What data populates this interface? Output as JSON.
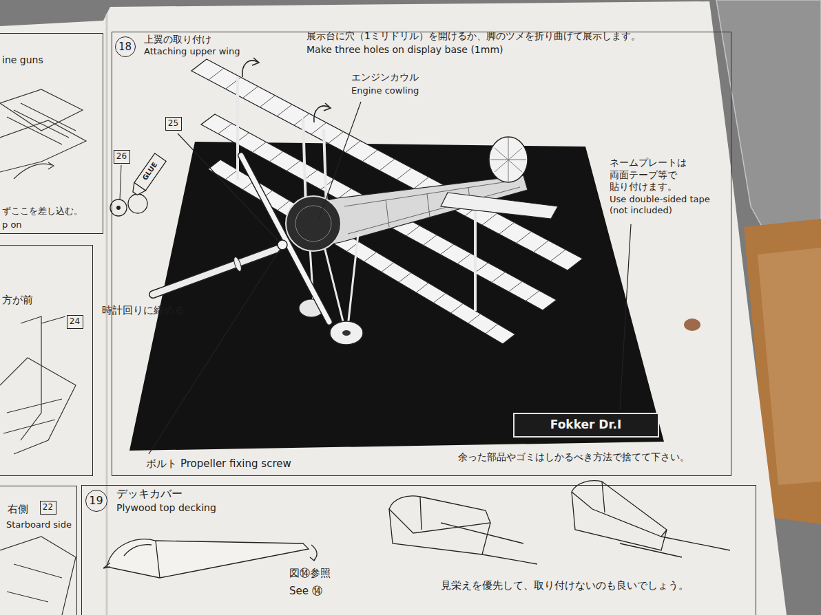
{
  "diagram": {
    "nodes": [
      {
        "text": [
          "ine guns",
          "ずここを差し込む。",
          "p on"
        ]
      },
      {
        "text": [
          "方が前"
        ]
      },
      {
        "text": [
          "24"
        ],
        "in": 1
      },
      {
        "text": [
          "右側",
          "Starboard side"
        ]
      },
      {
        "text": [
          "22"
        ],
        "in": 3
      },
      {
        "text": [
          "上翼の取り付け",
          "Attaching upper wing"
        ]
      },
      {
        "text": [
          "18"
        ],
        "in": 5
      },
      {
        "text": [
          "25"
        ],
        "in": 5
      },
      {
        "text": [
          "26"
        ],
        "in": 5
      },
      {
        "text": [
          "Fokker Dr.I"
        ],
        "in": 5
      },
      {
        "text": [
          "デッキカバー",
          "Plywood top decking"
        ]
      },
      {
        "text": [
          "19"
        ],
        "in": 10
      }
    ],
    "labels": [
      "展示台に穴（1ミリドリル）を開けるか、脚のツメを折り曲げて展示します。",
      "Make three holes on display base (1mm)",
      "エンジンカウル",
      "Engine cowling",
      "GLUE",
      "ネームプレートは 両面テープ等で 貼り付けます。",
      "Use double-sided tape (not included)",
      "時計回りに締める",
      "ボルト",
      "Propeller fixing screw",
      "余った部品やゴミはしかるべき方法で捨てて下さい。",
      "図⑭参照",
      "See ⑭",
      "見栄えを優先して、取り付けないのも良いでしょう。"
    ]
  }
}
